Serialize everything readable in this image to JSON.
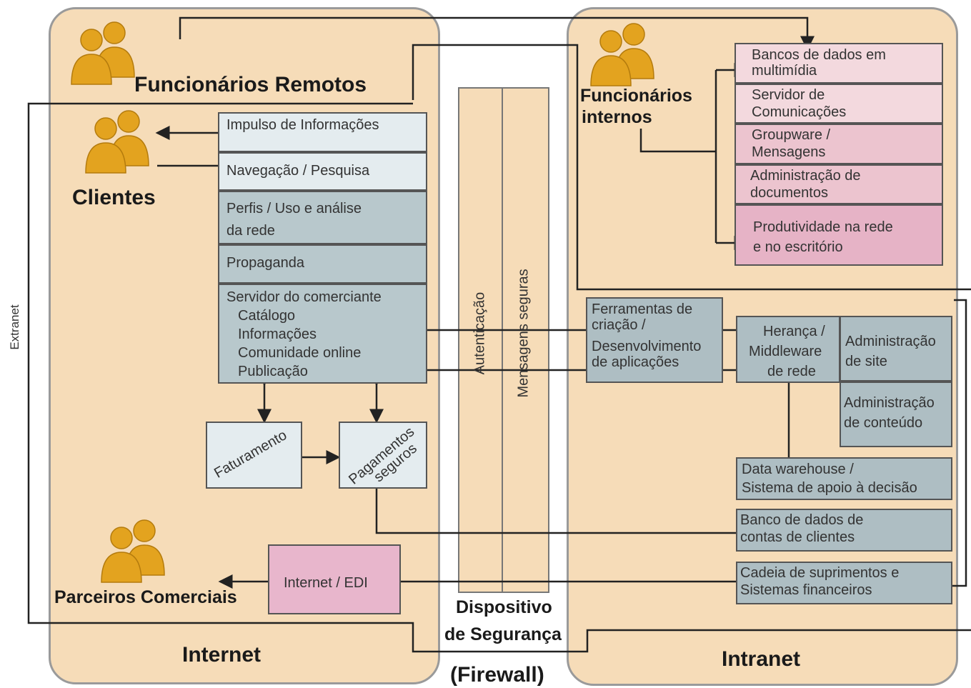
{
  "panels": {
    "internet": "Internet",
    "intranet": "Intranet",
    "extranet": "Extranet"
  },
  "actors": {
    "remote": "Funcionários Remotos",
    "clients": "Clientes",
    "partners": "Parceiros Comerciais",
    "internal_line1": "Funcionários",
    "internal_line2": "internos"
  },
  "internet_stack": {
    "push": "Impulso de Informações",
    "nav": "Navegação / Pesquisa",
    "profiles_line1": "Perfis / Uso e análise",
    "profiles_line2": "da rede",
    "ads": "Propaganda",
    "merchant_title": "Servidor do comerciante",
    "merchant_items": [
      "Catálogo",
      "Informações",
      "Comunidade online",
      "Publicação"
    ]
  },
  "billing": "Faturamento",
  "payments_line1": "Pagamentos",
  "payments_line2": "seguros",
  "edi": "Internet / EDI",
  "firewall": {
    "auth": "Autenticação",
    "secure_msg": "Mensagens seguras",
    "label_line1": "Dispositivo",
    "label_line2": "de Segurança",
    "label_line3": "(Firewall)"
  },
  "intranet_stack": {
    "multimedia_line1": "Bancos de dados em",
    "multimedia_line2": "multimídia",
    "comm_line1": "Servidor de",
    "comm_line2": "Comunicações",
    "groupware_line1": "Groupware /",
    "groupware_line2": "Mensagens",
    "docs_line1": "Administração de",
    "docs_line2": "documentos",
    "productivity_line1": "Produtividade na rede",
    "productivity_line2": "e no escritório"
  },
  "tools": {
    "line1": "Ferramentas de",
    "line2": "criação /",
    "line3": "Desenvolvimento",
    "line4": "de aplicações"
  },
  "legacy": {
    "line1": "Herança /",
    "line2": "Middleware",
    "line3": "de rede"
  },
  "site_admin": {
    "line1": "Administração",
    "line2": "de site"
  },
  "content_admin": {
    "line1": "Administração",
    "line2": "de conteúdo"
  },
  "datawarehouse": {
    "line1": "Data warehouse /",
    "line2": "Sistema de apoio à decisão"
  },
  "customer_db": {
    "line1": "Banco de dados de",
    "line2": "contas de clientes"
  },
  "supply": {
    "line1": "Cadeia de suprimentos e",
    "line2": "Sistemas financeiros"
  },
  "icons": [
    "people-icon"
  ],
  "colors": {
    "panel": "#f6dcb8",
    "person": "#e3a31f",
    "box_light": "#e4ecef",
    "box_mid": "#b8c8cc",
    "pink": "#e8b6cc"
  }
}
